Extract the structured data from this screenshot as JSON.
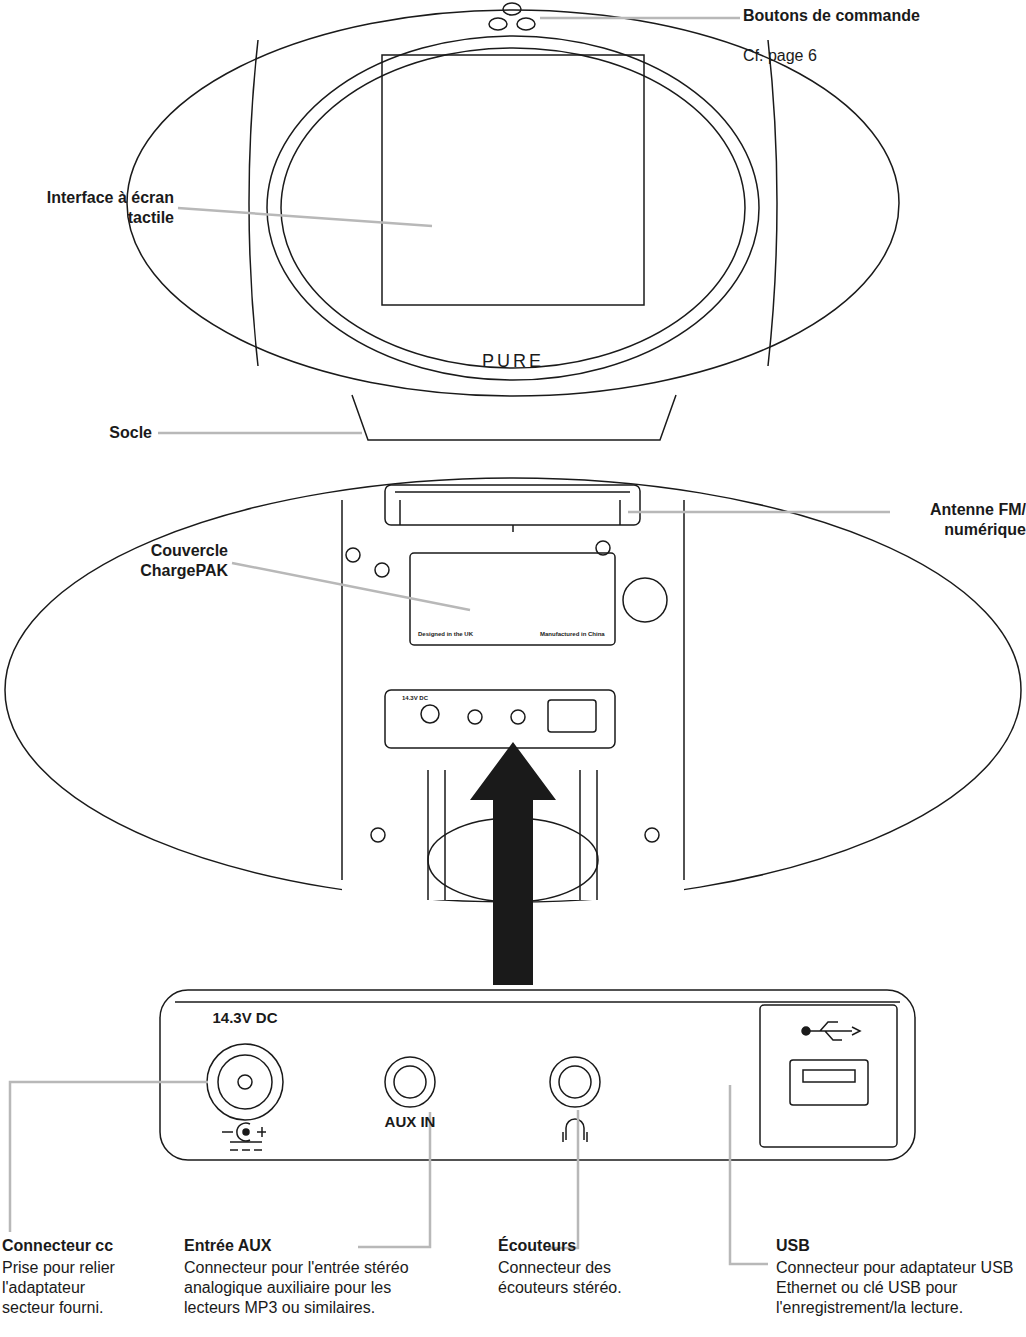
{
  "diagram": {
    "labels": [
      "Boutons de commande",
      "Cf. page 6",
      "Interface à écran tactile",
      "PURE",
      "Socle",
      "Antenne FM/ numérique",
      "Couvercle ChargePAK",
      "14.3V DC",
      "14.3V DC",
      "AUX IN",
      "Connecteur cc",
      "Prise pour relier l'adaptateur secteur fourni.",
      "Entrée AUX",
      "Connecteur pour l'entrée stéréo analogique auxiliaire pour les lecteurs MP3 ou similaires.",
      "Écouteurs",
      "Connecteur des écouteurs stéréo.",
      "USB",
      "Connecteur pour adaptateur USB Ethernet ou clé USB pour l'enregistrement/la lecture.",
      "Designed in the UK",
      "Manufactured in China"
    ]
  }
}
